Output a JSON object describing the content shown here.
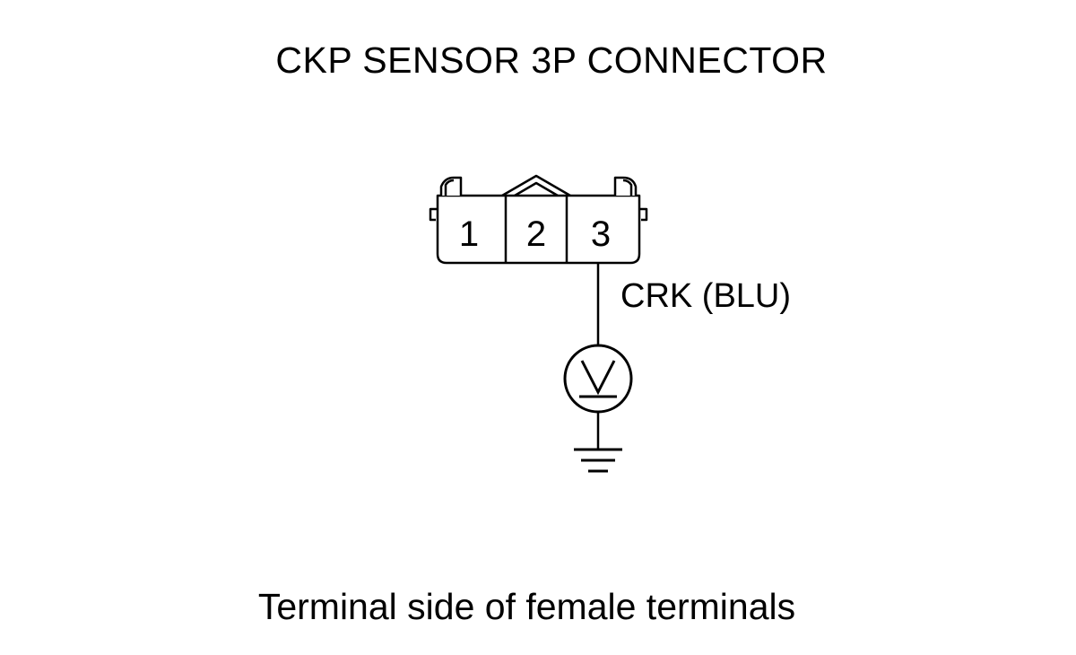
{
  "diagram": {
    "title": "CKP SENSOR 3P CONNECTOR",
    "connector": {
      "terminals": [
        "1",
        "2",
        "3"
      ]
    },
    "wire_label": "CRK (BLU)",
    "meter": {
      "symbol": "V"
    },
    "caption": "Terminal side of female terminals"
  }
}
